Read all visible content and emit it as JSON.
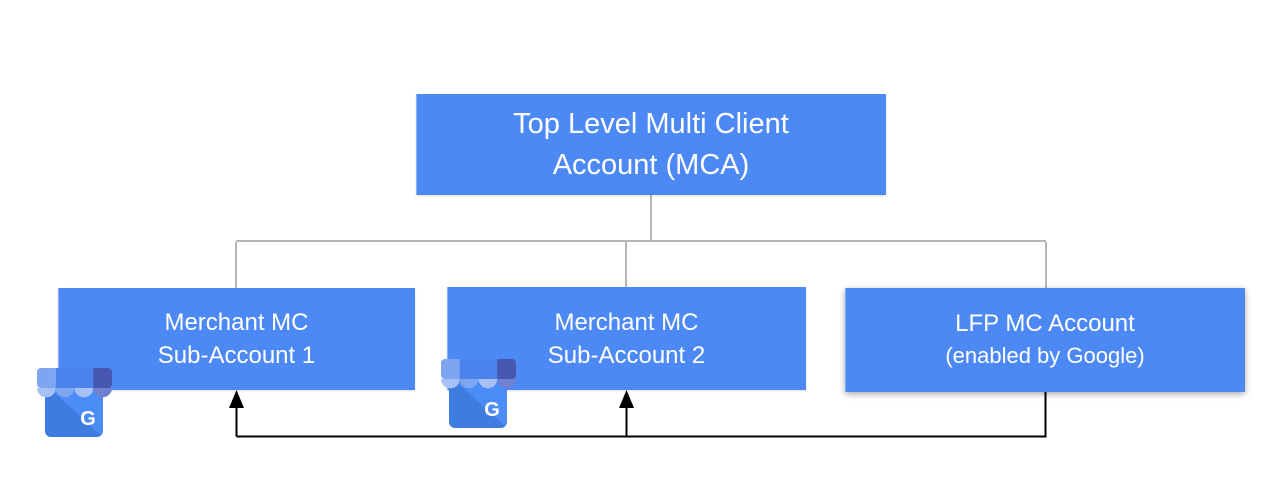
{
  "diagram": {
    "root": {
      "line1": "Top Level Multi Client",
      "line2": "Account (MCA)"
    },
    "children": [
      {
        "line1": "Merchant MC",
        "line2": "Sub-Account 1",
        "icon": "google-my-business-icon"
      },
      {
        "line1": "Merchant MC",
        "line2": "Sub-Account 2",
        "icon": "google-my-business-icon"
      },
      {
        "line1": "LFP MC Account",
        "line2": "(enabled by Google)"
      }
    ],
    "icons": {
      "gmb_letter": "G"
    },
    "colors": {
      "box_blue": "#4D89F5",
      "box_text": "#FFFFFF",
      "tree_line_gray": "#B5B5B5",
      "arrow_black": "#000000",
      "gmb_awning_light": "#A6C1F5",
      "gmb_awning_royal": "#4C82EC",
      "gmb_awning_indigo": "#4757B2",
      "gmb_body_blue": "#4C8CF6"
    }
  }
}
